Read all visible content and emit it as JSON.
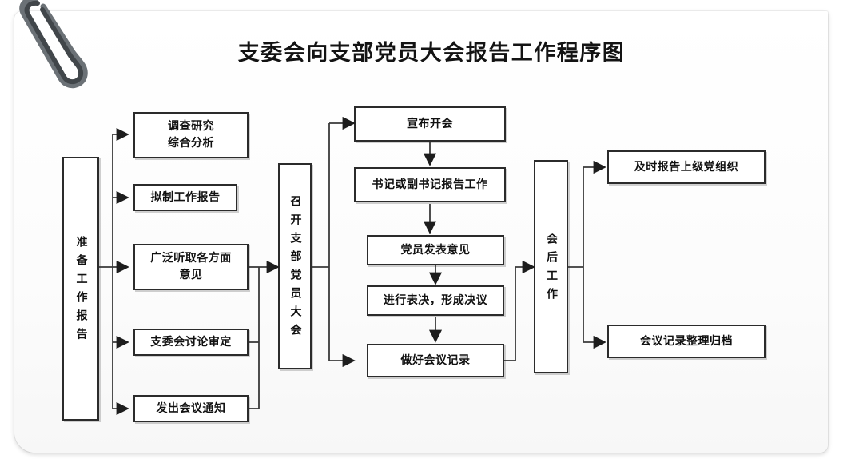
{
  "document": {
    "title": "支委会向支部党员大会报告工作程序图",
    "paper_color": "#fdfdfd",
    "line_color": "#2b2b2b",
    "clip_color": "#555a5e"
  },
  "chart_data": {
    "type": "diagram",
    "title": "支委会向支部党员大会报告工作程序图",
    "stages": [
      {
        "id": "prep",
        "label": "准备工作报告",
        "orientation": "vertical"
      },
      {
        "id": "meet",
        "label": "召开支部党员大会",
        "orientation": "vertical"
      },
      {
        "id": "after",
        "label": "会后工作",
        "orientation": "vertical"
      }
    ],
    "nodes": [
      {
        "id": "n1",
        "lines": [
          "调查研究",
          "综合分析"
        ],
        "column": "prep-tasks"
      },
      {
        "id": "n2",
        "lines": [
          "拟制工作报告"
        ],
        "column": "prep-tasks"
      },
      {
        "id": "n3",
        "lines": [
          "广泛听取各方面",
          "意见"
        ],
        "column": "prep-tasks"
      },
      {
        "id": "n4",
        "lines": [
          "支委会讨论审定"
        ],
        "column": "prep-tasks"
      },
      {
        "id": "n5",
        "lines": [
          "发出会议通知"
        ],
        "column": "prep-tasks"
      },
      {
        "id": "m1",
        "lines": [
          "宣布开会"
        ],
        "column": "meeting-steps"
      },
      {
        "id": "m2",
        "lines": [
          "书记或副书记报告工作"
        ],
        "column": "meeting-steps"
      },
      {
        "id": "m3",
        "lines": [
          "党员发表意见"
        ],
        "column": "meeting-steps"
      },
      {
        "id": "m4",
        "lines": [
          "进行表决，形成决议"
        ],
        "column": "meeting-steps"
      },
      {
        "id": "m5",
        "lines": [
          "做好会议记录"
        ],
        "column": "meeting-steps"
      },
      {
        "id": "a1",
        "lines": [
          "及时报告上级党组织"
        ],
        "column": "after-tasks"
      },
      {
        "id": "a2",
        "lines": [
          "会议记录整理归档"
        ],
        "column": "after-tasks"
      }
    ],
    "edges": [
      {
        "from": "prep",
        "to": "n1"
      },
      {
        "from": "prep",
        "to": "n2"
      },
      {
        "from": "prep",
        "to": "n3"
      },
      {
        "from": "prep",
        "to": "n4"
      },
      {
        "from": "prep",
        "to": "n5"
      },
      {
        "from": "n3",
        "to": "meet"
      },
      {
        "from": "n4",
        "to": "meet"
      },
      {
        "from": "n5",
        "to": "meet"
      },
      {
        "from": "meet",
        "to": "m1"
      },
      {
        "from": "m1",
        "to": "m2"
      },
      {
        "from": "m2",
        "to": "m3"
      },
      {
        "from": "m3",
        "to": "m4"
      },
      {
        "from": "m4",
        "to": "m5"
      },
      {
        "from": "meet",
        "to": "m5"
      },
      {
        "from": "m5",
        "to": "after"
      },
      {
        "from": "after",
        "to": "a1"
      },
      {
        "from": "after",
        "to": "a2"
      }
    ]
  },
  "boxes": {
    "prep": {
      "label": "准备工作报告"
    },
    "meet": {
      "label": "召开支部党员大会"
    },
    "after": {
      "label": "会后工作"
    },
    "n1a": {
      "label": "调查研究"
    },
    "n1b": {
      "label": "综合分析"
    },
    "n2": {
      "label": "拟制工作报告"
    },
    "n3a": {
      "label": "广泛听取各方面"
    },
    "n3b": {
      "label": "意见"
    },
    "n4": {
      "label": "支委会讨论审定"
    },
    "n5": {
      "label": "发出会议通知"
    },
    "m1": {
      "label": "宣布开会"
    },
    "m2": {
      "label": "书记或副书记报告工作"
    },
    "m3": {
      "label": "党员发表意见"
    },
    "m4": {
      "label": "进行表决，形成决议"
    },
    "m5": {
      "label": "做好会议记录"
    },
    "a1": {
      "label": "及时报告上级党组织"
    },
    "a2": {
      "label": "会议记录整理归档"
    }
  }
}
